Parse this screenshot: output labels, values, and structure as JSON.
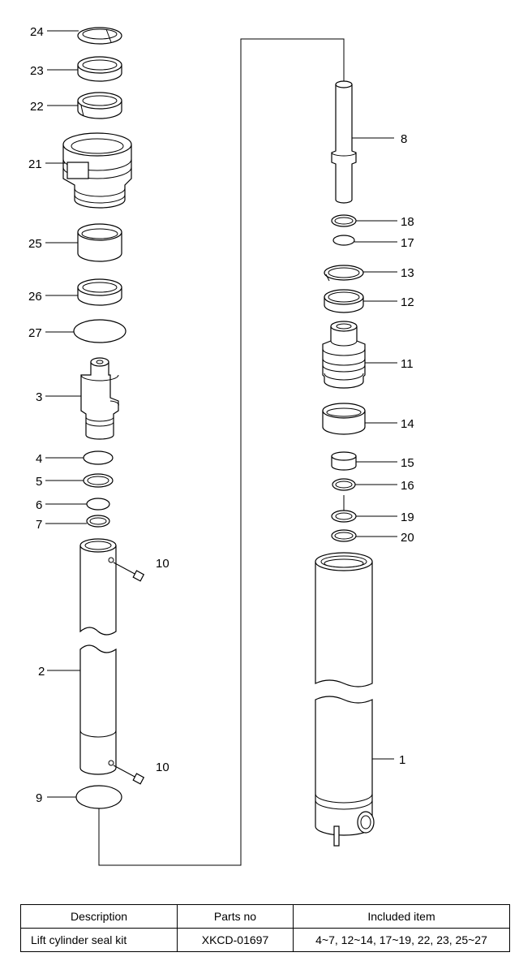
{
  "callouts": [
    "24",
    "23",
    "22",
    "21",
    "25",
    "26",
    "27",
    "3",
    "4",
    "5",
    "6",
    "7",
    "10",
    "2",
    "10",
    "9",
    "8",
    "18",
    "17",
    "13",
    "12",
    "11",
    "14",
    "15",
    "16",
    "19",
    "20",
    "1"
  ],
  "table": {
    "headers": [
      "Description",
      "Parts no",
      "Included item"
    ],
    "rows": [
      [
        "Lift cylinder seal kit",
        "XKCD-01697",
        "4~7, 12~14, 17~19, 22, 23, 25~27"
      ]
    ]
  }
}
